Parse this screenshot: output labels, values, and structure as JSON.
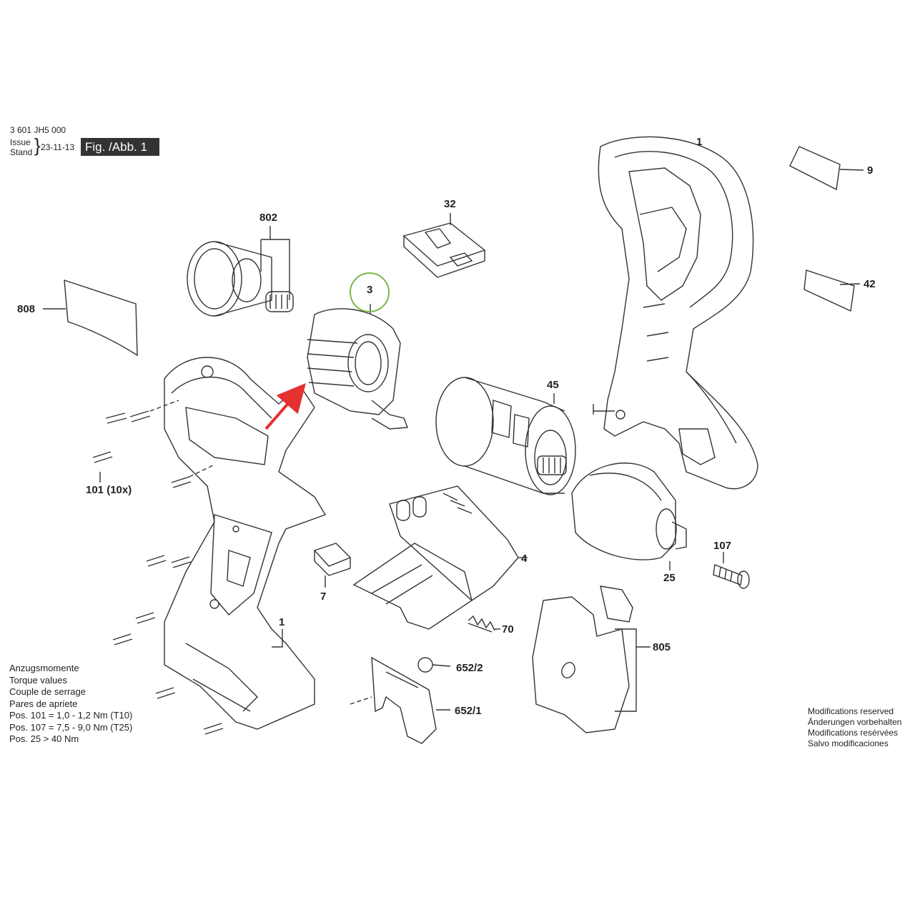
{
  "header": {
    "doc_number": "3 601 JH5 000",
    "issue_label": "Issue",
    "stand_label": "Stand",
    "date": "23-11-13",
    "figure": "Fig. /Abb. 1"
  },
  "part_labels": {
    "p1_top": "1",
    "p9": "9",
    "p42": "42",
    "p32": "32",
    "p802": "802",
    "p3": "3",
    "p808": "808",
    "p45": "45",
    "p101": "101 (10x)",
    "p4": "4",
    "p107": "107",
    "p25": "25",
    "p7": "7",
    "p70": "70",
    "p1_bottom": "1",
    "p805": "805",
    "p652_2": "652/2",
    "p652_1": "652/1"
  },
  "torque": {
    "lines": [
      "Anzugsmomente",
      "Torque values",
      "Couple de serrage",
      "Pares de apriete"
    ],
    "values": [
      "Pos. 101  = 1,0 - 1,2 Nm (T10)",
      "Pos. 107  = 7,5 - 9,0 Nm (T25)",
      "Pos. 25    > 40 Nm"
    ]
  },
  "notice": {
    "lines": [
      "Modifications reserved",
      "Änderungen vorbehalten",
      "Modifications resérvées",
      "Salvo modificaciones"
    ]
  },
  "colors": {
    "highlight_circle": "#7ab648",
    "arrow": "#e53030",
    "line": "#333333"
  }
}
